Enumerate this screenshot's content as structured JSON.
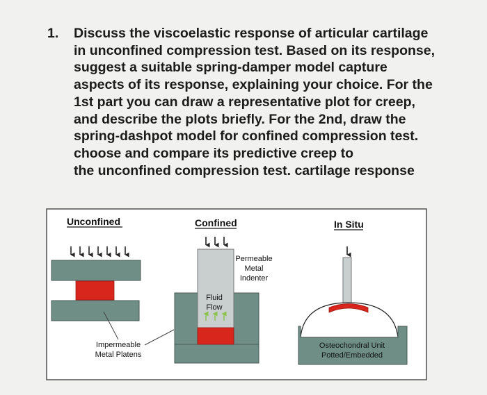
{
  "question": {
    "number": "1.",
    "lines": [
      "Discuss the viscoelastic response of articular cartilage",
      "in unconfined compression test. Based on its response,",
      "suggest a suitable spring-damper model capture",
      "aspects of its response, explaining your choice. For the",
      "1st part you can draw a representative plot for creep,",
      "and describe the plots briefly. For the 2nd, draw the",
      "spring-dashpot model for confined compression test.",
      "choose and compare its predictive creep to",
      "the unconfined compression test. cartilage response"
    ]
  },
  "figure": {
    "unconfined": {
      "title": "Unconfined",
      "label_line1": "Impermeable",
      "label_line2": "Metal Platens"
    },
    "confined": {
      "title": "Confined",
      "indenter_line1": "Permeable",
      "indenter_line2": "Metal",
      "indenter_line3": "Indenter",
      "fluid_line1": "Fluid",
      "fluid_line2": "Flow"
    },
    "in_situ": {
      "title": "In Situ",
      "label_line1": "Osteochondral Unit",
      "label_line2": "Potted/Embedded"
    },
    "colors": {
      "platen_gray": "#6f8f86",
      "cartilage_red": "#d8261c",
      "indenter_gray": "#c9cfcf",
      "fluid_arrow_green": "#8bc34a"
    }
  }
}
